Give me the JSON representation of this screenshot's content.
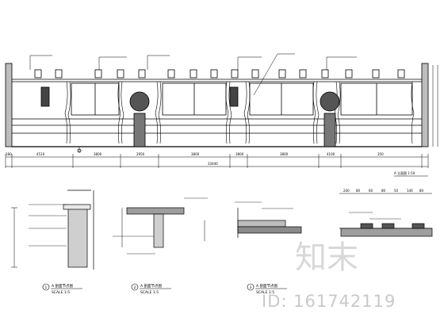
{
  "elevation": {
    "overall_dim": "33440",
    "dims": [
      "180",
      "4510",
      "3800",
      "2950",
      "3800",
      "3800",
      "3800",
      "4100",
      "350"
    ],
    "scale_note": "A 立面图  1:50"
  },
  "details": [
    {
      "num": "1",
      "title": "A 剖面节点图",
      "scale": "SCALE 1:5"
    },
    {
      "num": "2",
      "title": "A 剖面节点图",
      "scale": "SCALE 1:5"
    },
    {
      "num": "3",
      "title": "A 剖面节点图",
      "scale": "SCALE 1:5"
    }
  ],
  "detail_dims": [
    "240",
    "80",
    "60",
    "80",
    "50",
    "140",
    "80"
  ],
  "watermark": {
    "logo": "知末",
    "id": "ID: 161742119"
  }
}
